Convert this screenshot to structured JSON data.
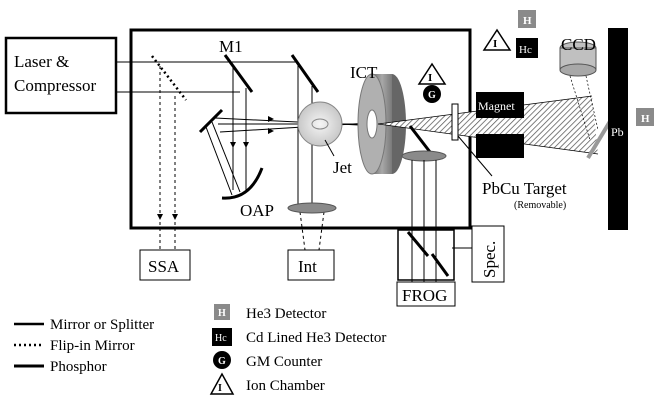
{
  "labels": {
    "laser_line1": "Laser &",
    "laser_line2": "Compressor",
    "m1": "M1",
    "ict": "ICT",
    "jet": "Jet",
    "oap": "OAP",
    "magnet": "Magnet",
    "ccd": "CCD",
    "pb": "Pb",
    "target": "PbCu Target",
    "removable": "(Removable)",
    "ssa": "SSA",
    "int": "Int",
    "frog": "FROG",
    "spec": "Spec."
  },
  "badges": {
    "he3": "H",
    "cd_he3": "Hc",
    "gm": "G",
    "ion": "I"
  },
  "legend": {
    "mirror": "Mirror or Splitter",
    "flipin": "Flip-in Mirror",
    "phosphor": "Phosphor",
    "he3": "He3 Detector",
    "cd_he3": "Cd Lined He3 Detector",
    "gm": "GM Counter",
    "ion": "Ion Chamber"
  },
  "colors": {
    "line": "#000000",
    "detector_gray": "#8a8a8a",
    "component_gray": "#9a9a9a",
    "light_gray": "#d9d9d9"
  }
}
